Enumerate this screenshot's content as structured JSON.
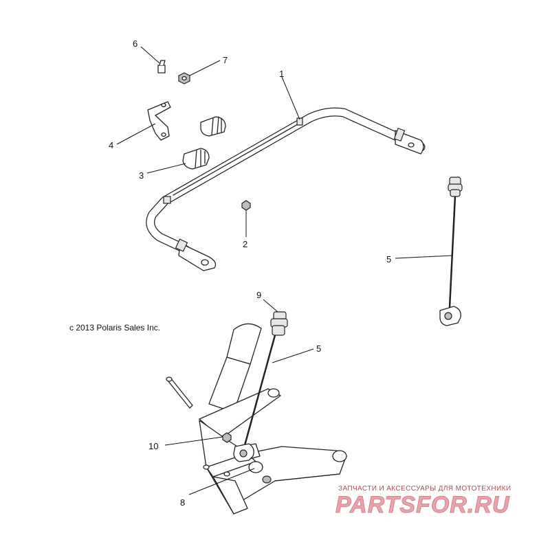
{
  "diagram": {
    "callouts": [
      {
        "id": "c6",
        "label": "6"
      },
      {
        "id": "c7",
        "label": "7"
      },
      {
        "id": "c1",
        "label": "1"
      },
      {
        "id": "c4",
        "label": "4"
      },
      {
        "id": "c3",
        "label": "3"
      },
      {
        "id": "c2",
        "label": "2"
      },
      {
        "id": "c5a",
        "label": "5"
      },
      {
        "id": "c9",
        "label": "9"
      },
      {
        "id": "c5b",
        "label": "5"
      },
      {
        "id": "c10",
        "label": "10"
      },
      {
        "id": "c8",
        "label": "8"
      }
    ],
    "copyright": "c 2013 Polaris Sales Inc."
  },
  "watermark": {
    "tagline": "ЗАПЧАСТИ И АКСЕССУАРЫ ДЛЯ МОТОТЕХНИКИ",
    "logo": "PARTSFOR.RU"
  }
}
